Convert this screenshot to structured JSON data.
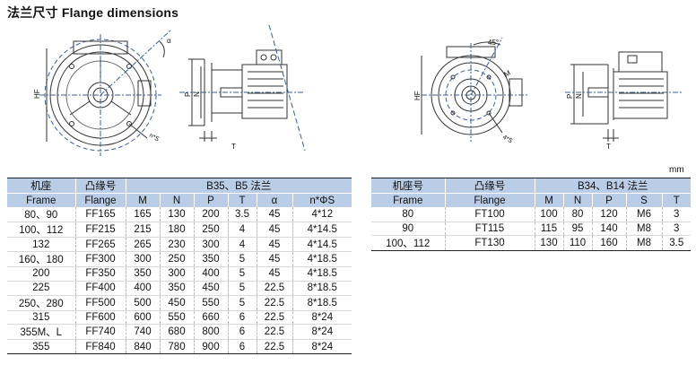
{
  "title": "法兰尺寸  Flange dimensions",
  "drawing_labels": {
    "a": "α",
    "hf": "HF",
    "ns": "n*S",
    "p": "P",
    "n": "N",
    "m": "M",
    "t": "T",
    "deg45": "45°",
    "four_s": "4*S"
  },
  "unit": "mm",
  "table_b35": {
    "h_frame_cn": "机座",
    "h_frame_en": "Frame",
    "h_flange_cn": "凸缘号",
    "h_flange_en": "Flange",
    "h_group": "B35、B5 法兰",
    "cols": [
      "M",
      "N",
      "P",
      "T",
      "α",
      "n*ΦS"
    ],
    "rows": [
      [
        "80、90",
        "FF165",
        "165",
        "130",
        "200",
        "3.5",
        "45",
        "4*12"
      ],
      [
        "100、112",
        "FF215",
        "215",
        "180",
        "250",
        "4",
        "45",
        "4*14.5"
      ],
      [
        "132",
        "FF265",
        "265",
        "230",
        "300",
        "4",
        "45",
        "4*14.5"
      ],
      [
        "160、180",
        "FF300",
        "300",
        "250",
        "350",
        "5",
        "45",
        "4*18.5"
      ],
      [
        "200",
        "FF350",
        "350",
        "300",
        "400",
        "5",
        "45",
        "4*18.5"
      ],
      [
        "225",
        "FF400",
        "400",
        "350",
        "450",
        "5",
        "22.5",
        "8*18.5"
      ],
      [
        "250、280",
        "FF500",
        "500",
        "450",
        "550",
        "5",
        "22.5",
        "8*18.5"
      ],
      [
        "315",
        "FF600",
        "600",
        "550",
        "660",
        "6",
        "22.5",
        "8*24"
      ],
      [
        "355M、L",
        "FF740",
        "740",
        "680",
        "800",
        "6",
        "22.5",
        "8*24"
      ],
      [
        "355",
        "FF840",
        "840",
        "780",
        "900",
        "6",
        "22.5",
        "8*24"
      ]
    ]
  },
  "table_b34": {
    "h_frame_cn": "机座号",
    "h_frame_en": "Frame",
    "h_flange_cn": "凸缘号",
    "h_flange_en": "Flange",
    "h_group": "B34、B14 法兰",
    "cols": [
      "M",
      "N",
      "P",
      "S",
      "T"
    ],
    "rows": [
      [
        "80",
        "FT100",
        "100",
        "80",
        "120",
        "M6",
        "3"
      ],
      [
        "90",
        "FT115",
        "115",
        "95",
        "140",
        "M8",
        "3"
      ],
      [
        "100、112",
        "FT130",
        "130",
        "110",
        "160",
        "M8",
        "3.5"
      ]
    ]
  }
}
